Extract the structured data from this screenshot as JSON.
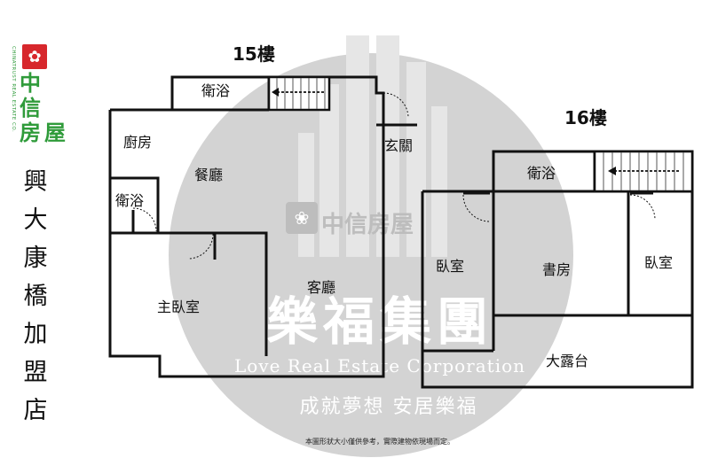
{
  "brand": {
    "name": "中信房屋",
    "name_en": "CHINATRUST REAL ESTATE CO.",
    "color": "#2f9b3a",
    "logo_color": "#d7272c"
  },
  "store": {
    "name": "興大康橋加盟店"
  },
  "floor_15": {
    "label": "15樓",
    "rooms": {
      "bath_top": "衛浴",
      "entrance": "玄關",
      "kitchen": "廚房",
      "dining": "餐廳",
      "bath_small": "衛浴",
      "master": "主臥室",
      "living": "客廳"
    }
  },
  "floor_16": {
    "label": "16樓",
    "rooms": {
      "bath": "衛浴",
      "bed_left": "臥室",
      "study": "書房",
      "bed_right": "臥室",
      "terrace": "大露台"
    }
  },
  "watermark": {
    "company_zh": "樂福集團",
    "company_en": "Love Real Estate Corporation",
    "slogan": "成就夢想 安居樂福",
    "logo_text": "中信房屋",
    "circle_color": "#d0d0d0"
  },
  "footer": {
    "note": "本圖形狀大小僅供參考，實際建物依現場而定。"
  }
}
